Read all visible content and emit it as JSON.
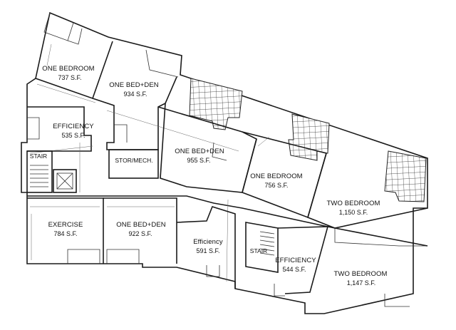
{
  "units": [
    {
      "id": "one-bedroom-nw",
      "name": "ONE BEDROOM",
      "area": "737 S.F."
    },
    {
      "id": "one-bed-den-n",
      "name": "ONE BED+DEN",
      "area": "934 S.F."
    },
    {
      "id": "efficiency-w",
      "name": "EFFICIENCY",
      "area": "535 S.F."
    },
    {
      "id": "one-bed-den-c",
      "name": "ONE BED+DEN",
      "area": "955 S.F."
    },
    {
      "id": "one-bedroom-c",
      "name": "ONE BEDROOM",
      "area": "756 S.F."
    },
    {
      "id": "two-bedroom-e",
      "name": "TWO BEDROOM",
      "area": "1,150 S.F."
    },
    {
      "id": "exercise",
      "name": "EXERCISE",
      "area": "784 S.F."
    },
    {
      "id": "one-bed-den-s",
      "name": "ONE BED+DEN",
      "area": "922 S.F."
    },
    {
      "id": "efficiency-s",
      "name": "Efficiency",
      "area": "591 S.F."
    },
    {
      "id": "efficiency-se",
      "name": "EFFICIENCY",
      "area": "544 S.F."
    },
    {
      "id": "two-bedroom-se",
      "name": "TWO BEDROOM",
      "area": "1,147 S.F."
    }
  ],
  "labels": {
    "stor_mech": "STOR/MECH.",
    "stair_w": "STAIR",
    "stair_c": "STAIR"
  },
  "colors": {
    "wall": "#1a1a1a",
    "hatch": "#222222"
  }
}
